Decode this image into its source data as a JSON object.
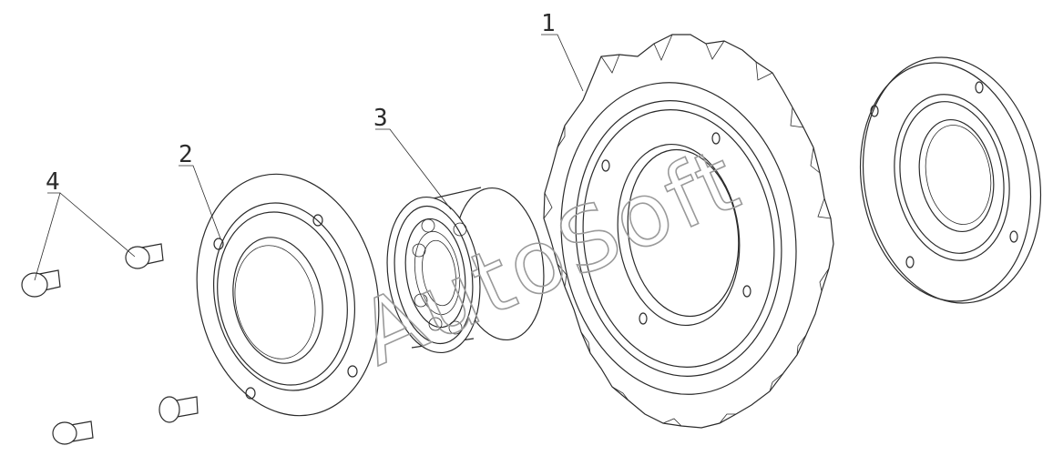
{
  "callouts": [
    {
      "id": "1",
      "label": "1"
    },
    {
      "id": "2",
      "label": "2"
    },
    {
      "id": "3",
      "label": "3"
    },
    {
      "id": "4",
      "label": "4"
    }
  ],
  "watermark": "AutoSoft",
  "colors": {
    "line": "#2b2b2b",
    "watermark": "#9a9a9a",
    "background": "#ffffff"
  }
}
